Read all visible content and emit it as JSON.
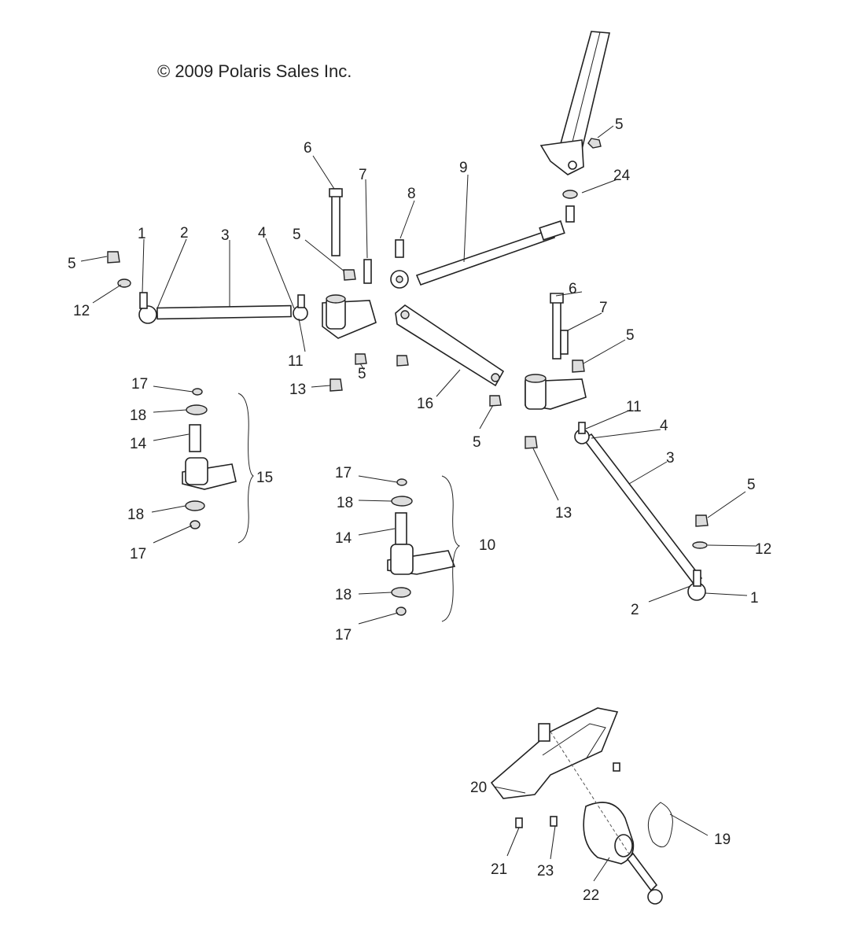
{
  "copyright": "© 2009 Polaris Sales Inc.",
  "callouts": [
    "5",
    "24",
    "6",
    "7",
    "8",
    "9",
    "1",
    "2",
    "3",
    "4",
    "5",
    "12",
    "5",
    "11",
    "6",
    "7",
    "5",
    "11",
    "4",
    "3",
    "13",
    "5",
    "16",
    "5",
    "13",
    "17",
    "18",
    "14",
    "15",
    "18",
    "17",
    "17",
    "18",
    "14",
    "10",
    "18",
    "17",
    "5",
    "12",
    "1",
    "2",
    "20",
    "19",
    "21",
    "23",
    "22"
  ]
}
